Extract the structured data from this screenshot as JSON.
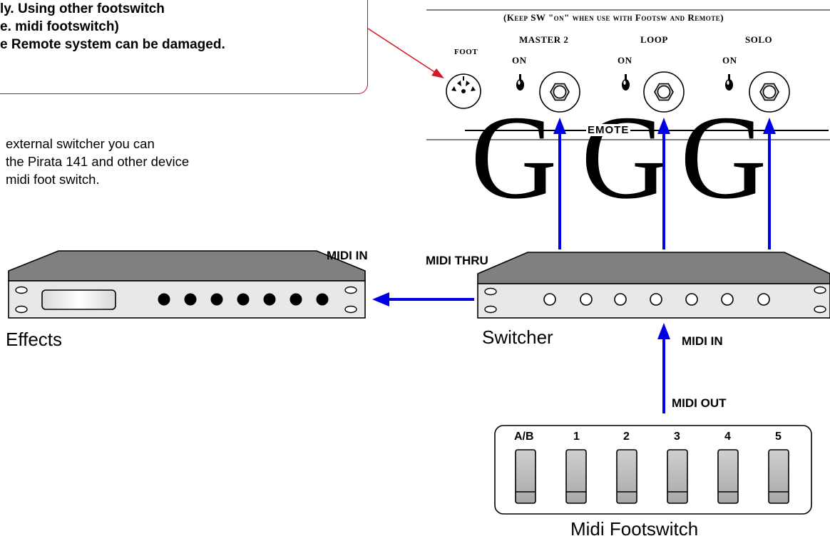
{
  "note": {
    "lines": [
      "ly. Using other footswitch",
      "e. midi footswitch)",
      "e Remote system can be damaged."
    ]
  },
  "description": {
    "lines": [
      "external switcher you can",
      "the Pirata 141 and other device",
      "midi foot switch."
    ]
  },
  "panel": {
    "header": "(Keep SW \"on\" when use with Footsw and Remote)",
    "foot_label": "FOOT",
    "channels": [
      {
        "name": "MASTER 2",
        "switch_label": "ON"
      },
      {
        "name": "LOOP",
        "switch_label": "ON"
      },
      {
        "name": "SOLO",
        "switch_label": "ON"
      }
    ],
    "remote_label": "EMOTE",
    "big_letters": [
      "G",
      "G",
      "G"
    ]
  },
  "effects": {
    "caption": "Effects",
    "midi_in_label": "MIDI IN"
  },
  "switcher": {
    "caption": "Switcher",
    "midi_thru_label": "MIDI THRU",
    "midi_in_label": "MIDI IN"
  },
  "footswitch": {
    "caption": "Midi Footswitch",
    "midi_out_label": "MIDI OUT",
    "buttons": [
      "A/B",
      "1",
      "2",
      "3",
      "4",
      "5"
    ]
  },
  "colors": {
    "arrow_blue": "#0000e6",
    "note_red": "#c8102e",
    "rack_top": "#7f7f7f",
    "rack_front": "#e6e6e6"
  }
}
